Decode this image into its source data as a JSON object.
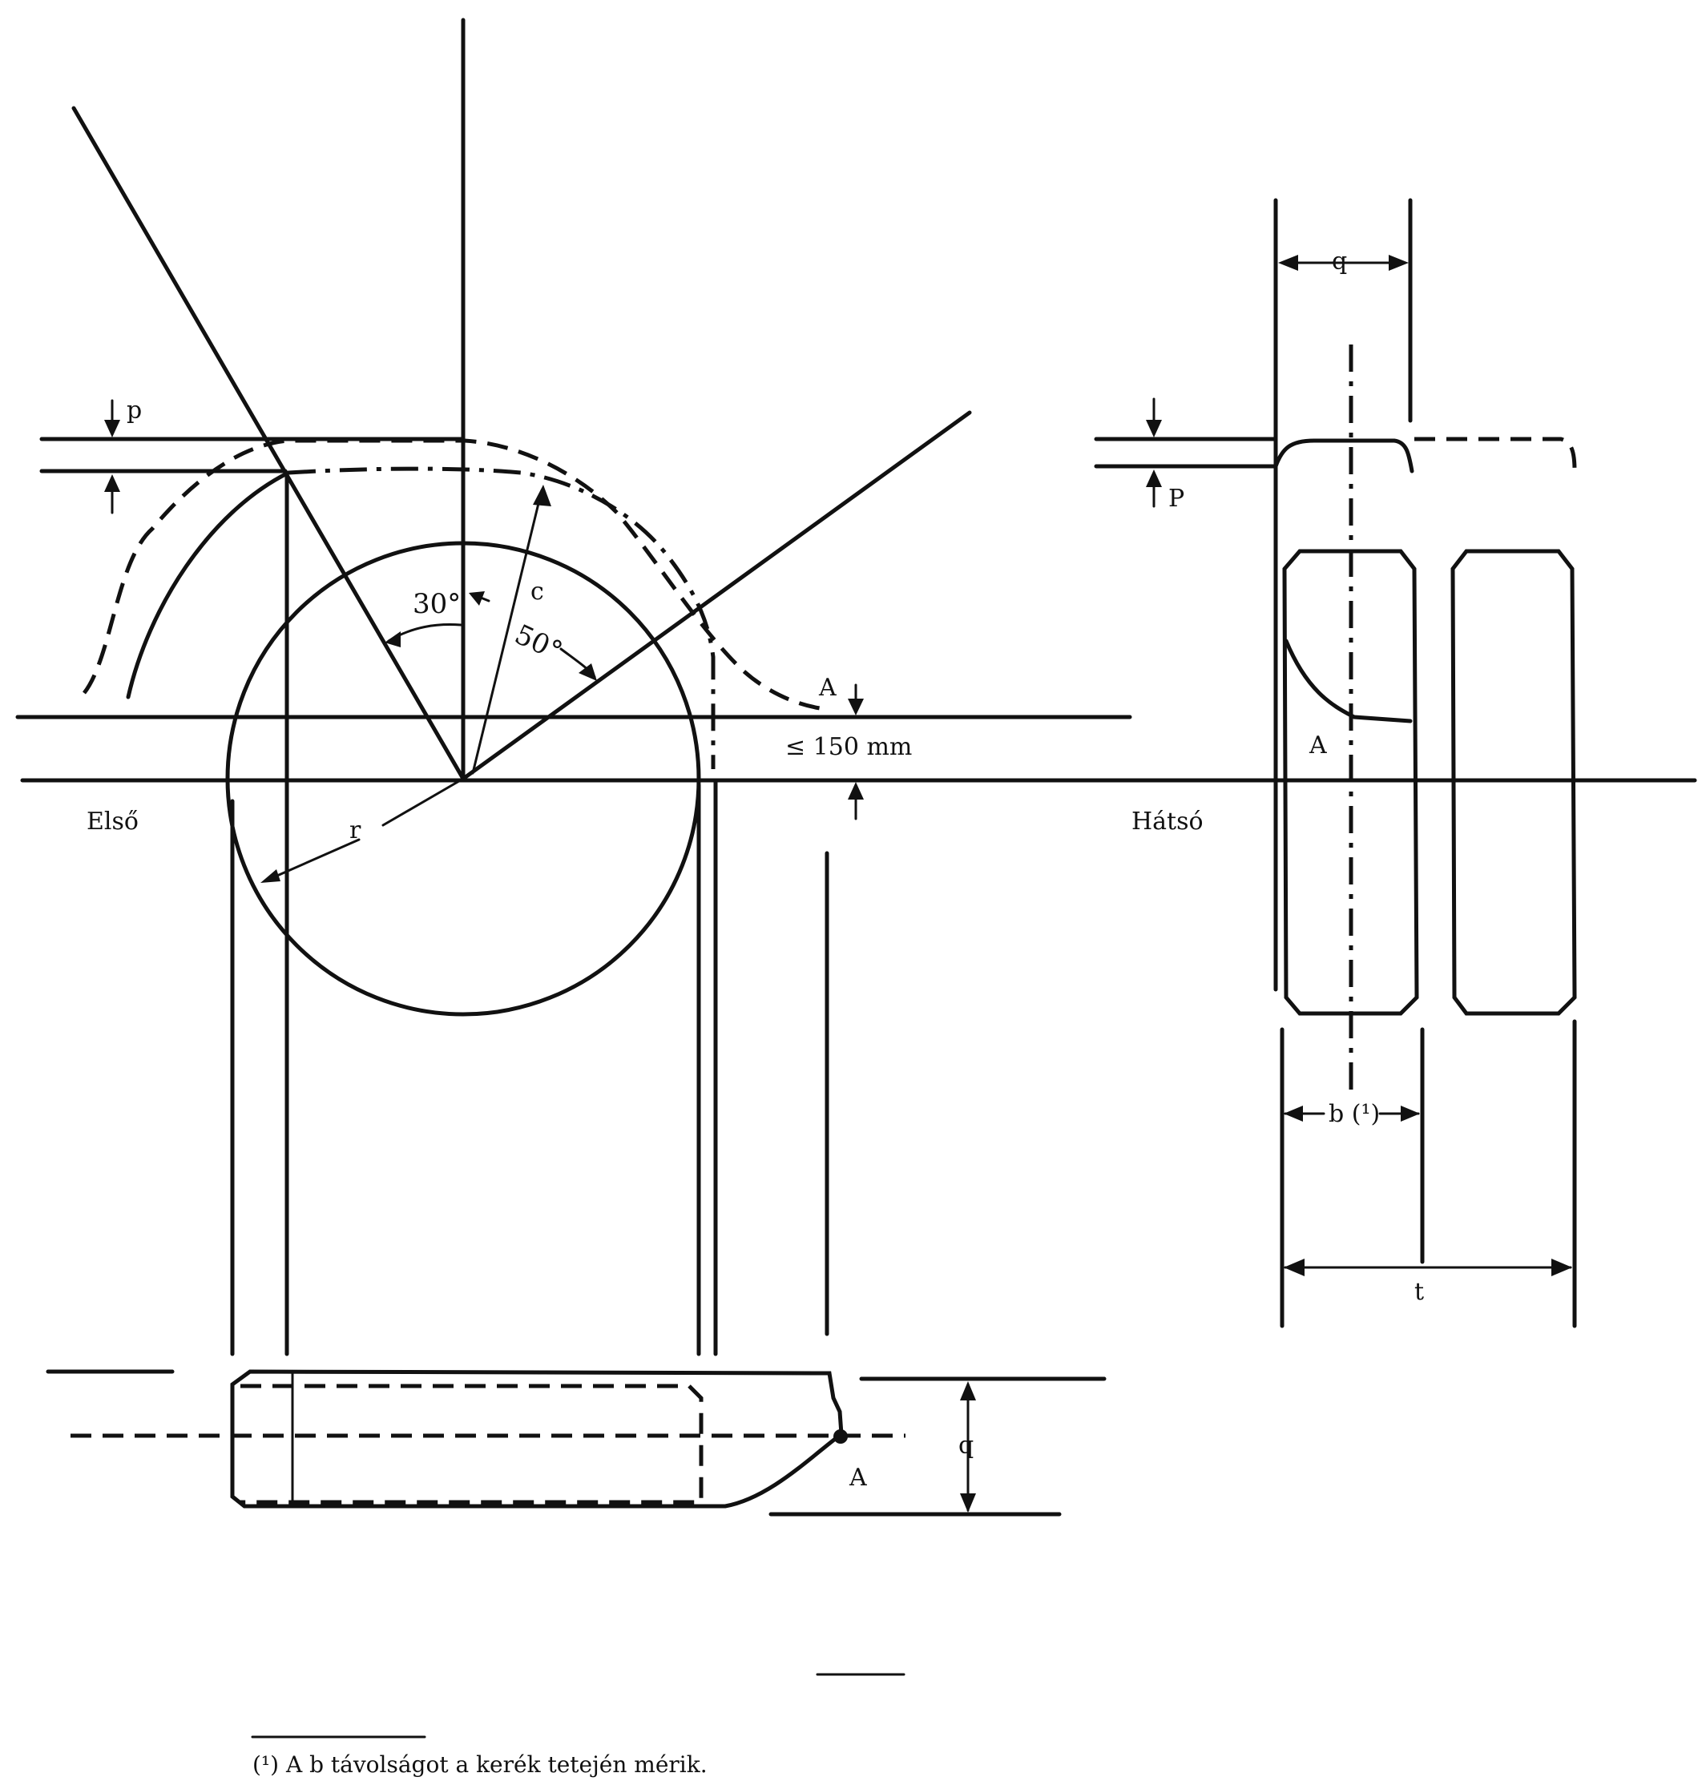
{
  "labels": {
    "first": "Első",
    "rear": "Hátsó",
    "angle_30": "30°",
    "angle_50": "50°",
    "c": "c",
    "r": "r",
    "p_left": "p",
    "p_right": "P",
    "A_top": "A",
    "A_rear": "A",
    "A_bottom": "A",
    "max_150": "≤ 150 mm",
    "q_top": "q",
    "q_bottom": "q",
    "b": "b (¹)",
    "t": "t"
  },
  "footnote": {
    "text": "(¹) A b távolságot a kerék tetején mérik."
  }
}
